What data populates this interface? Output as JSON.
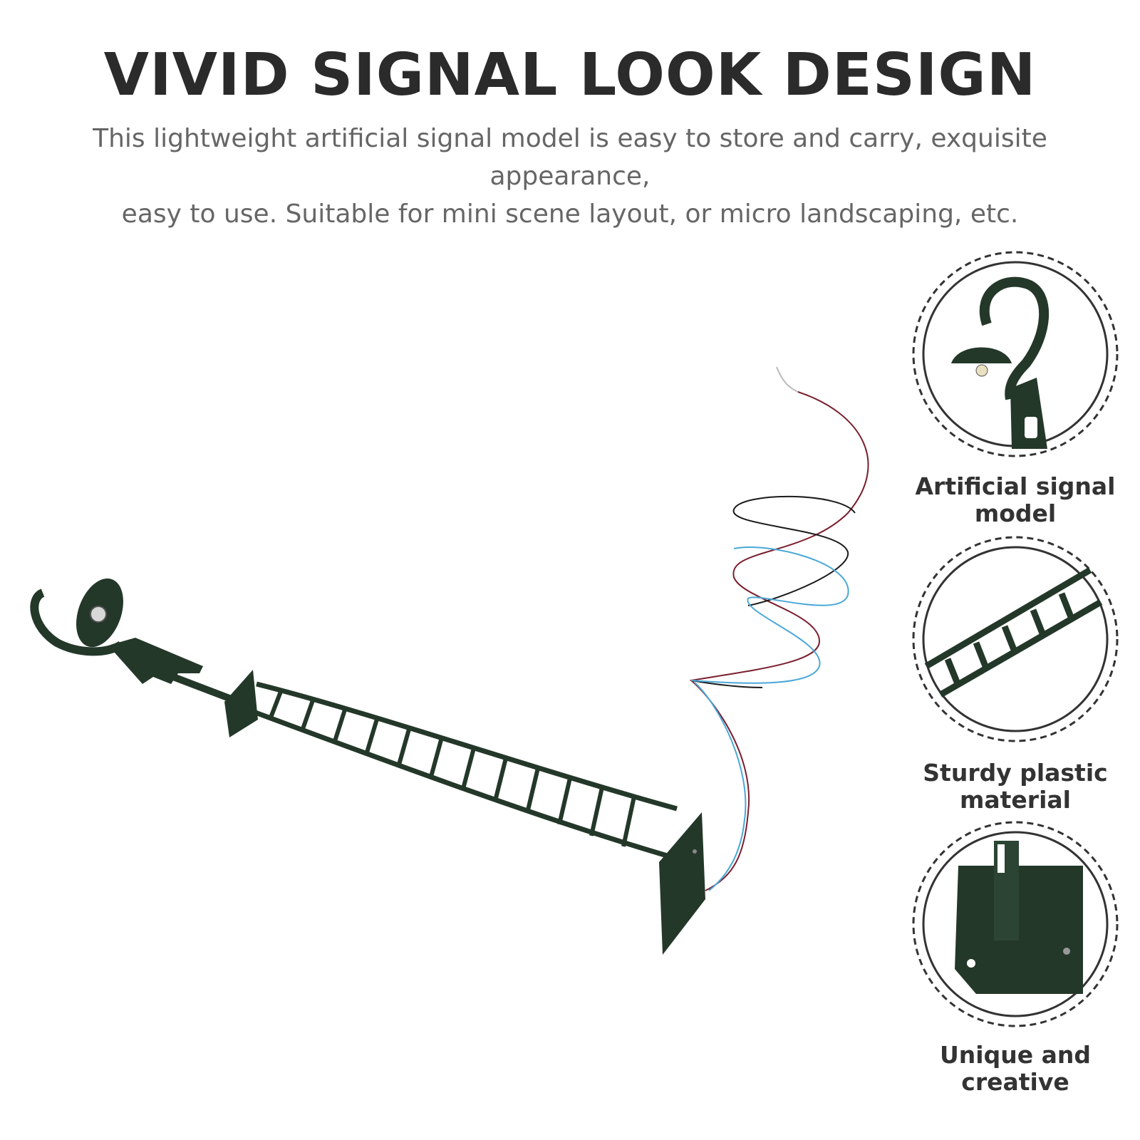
{
  "header": {
    "title": "VIVID SIGNAL LOOK DESIGN",
    "subtitle_line1": "This lightweight artificial signal model is easy to store and carry, exquisite appearance,",
    "subtitle_line2": "easy to use. Suitable for mini scene layout, or micro landscaping, etc."
  },
  "features": [
    {
      "label_line1": "Artificial signal",
      "label_line2": "model",
      "icon": "signal-lamp-closeup"
    },
    {
      "label_line1": "Sturdy plastic",
      "label_line2": "material",
      "icon": "ladder-closeup"
    },
    {
      "label_line1": "Unique and",
      "label_line2": "creative",
      "icon": "base-plate-closeup"
    }
  ],
  "colors": {
    "model_green": "#24382a",
    "title": "#2b2b2b",
    "subtitle": "#666666",
    "wire_red": "#7a1f2e",
    "wire_blue": "#4aa8d8",
    "wire_black": "#1a1a1a"
  }
}
